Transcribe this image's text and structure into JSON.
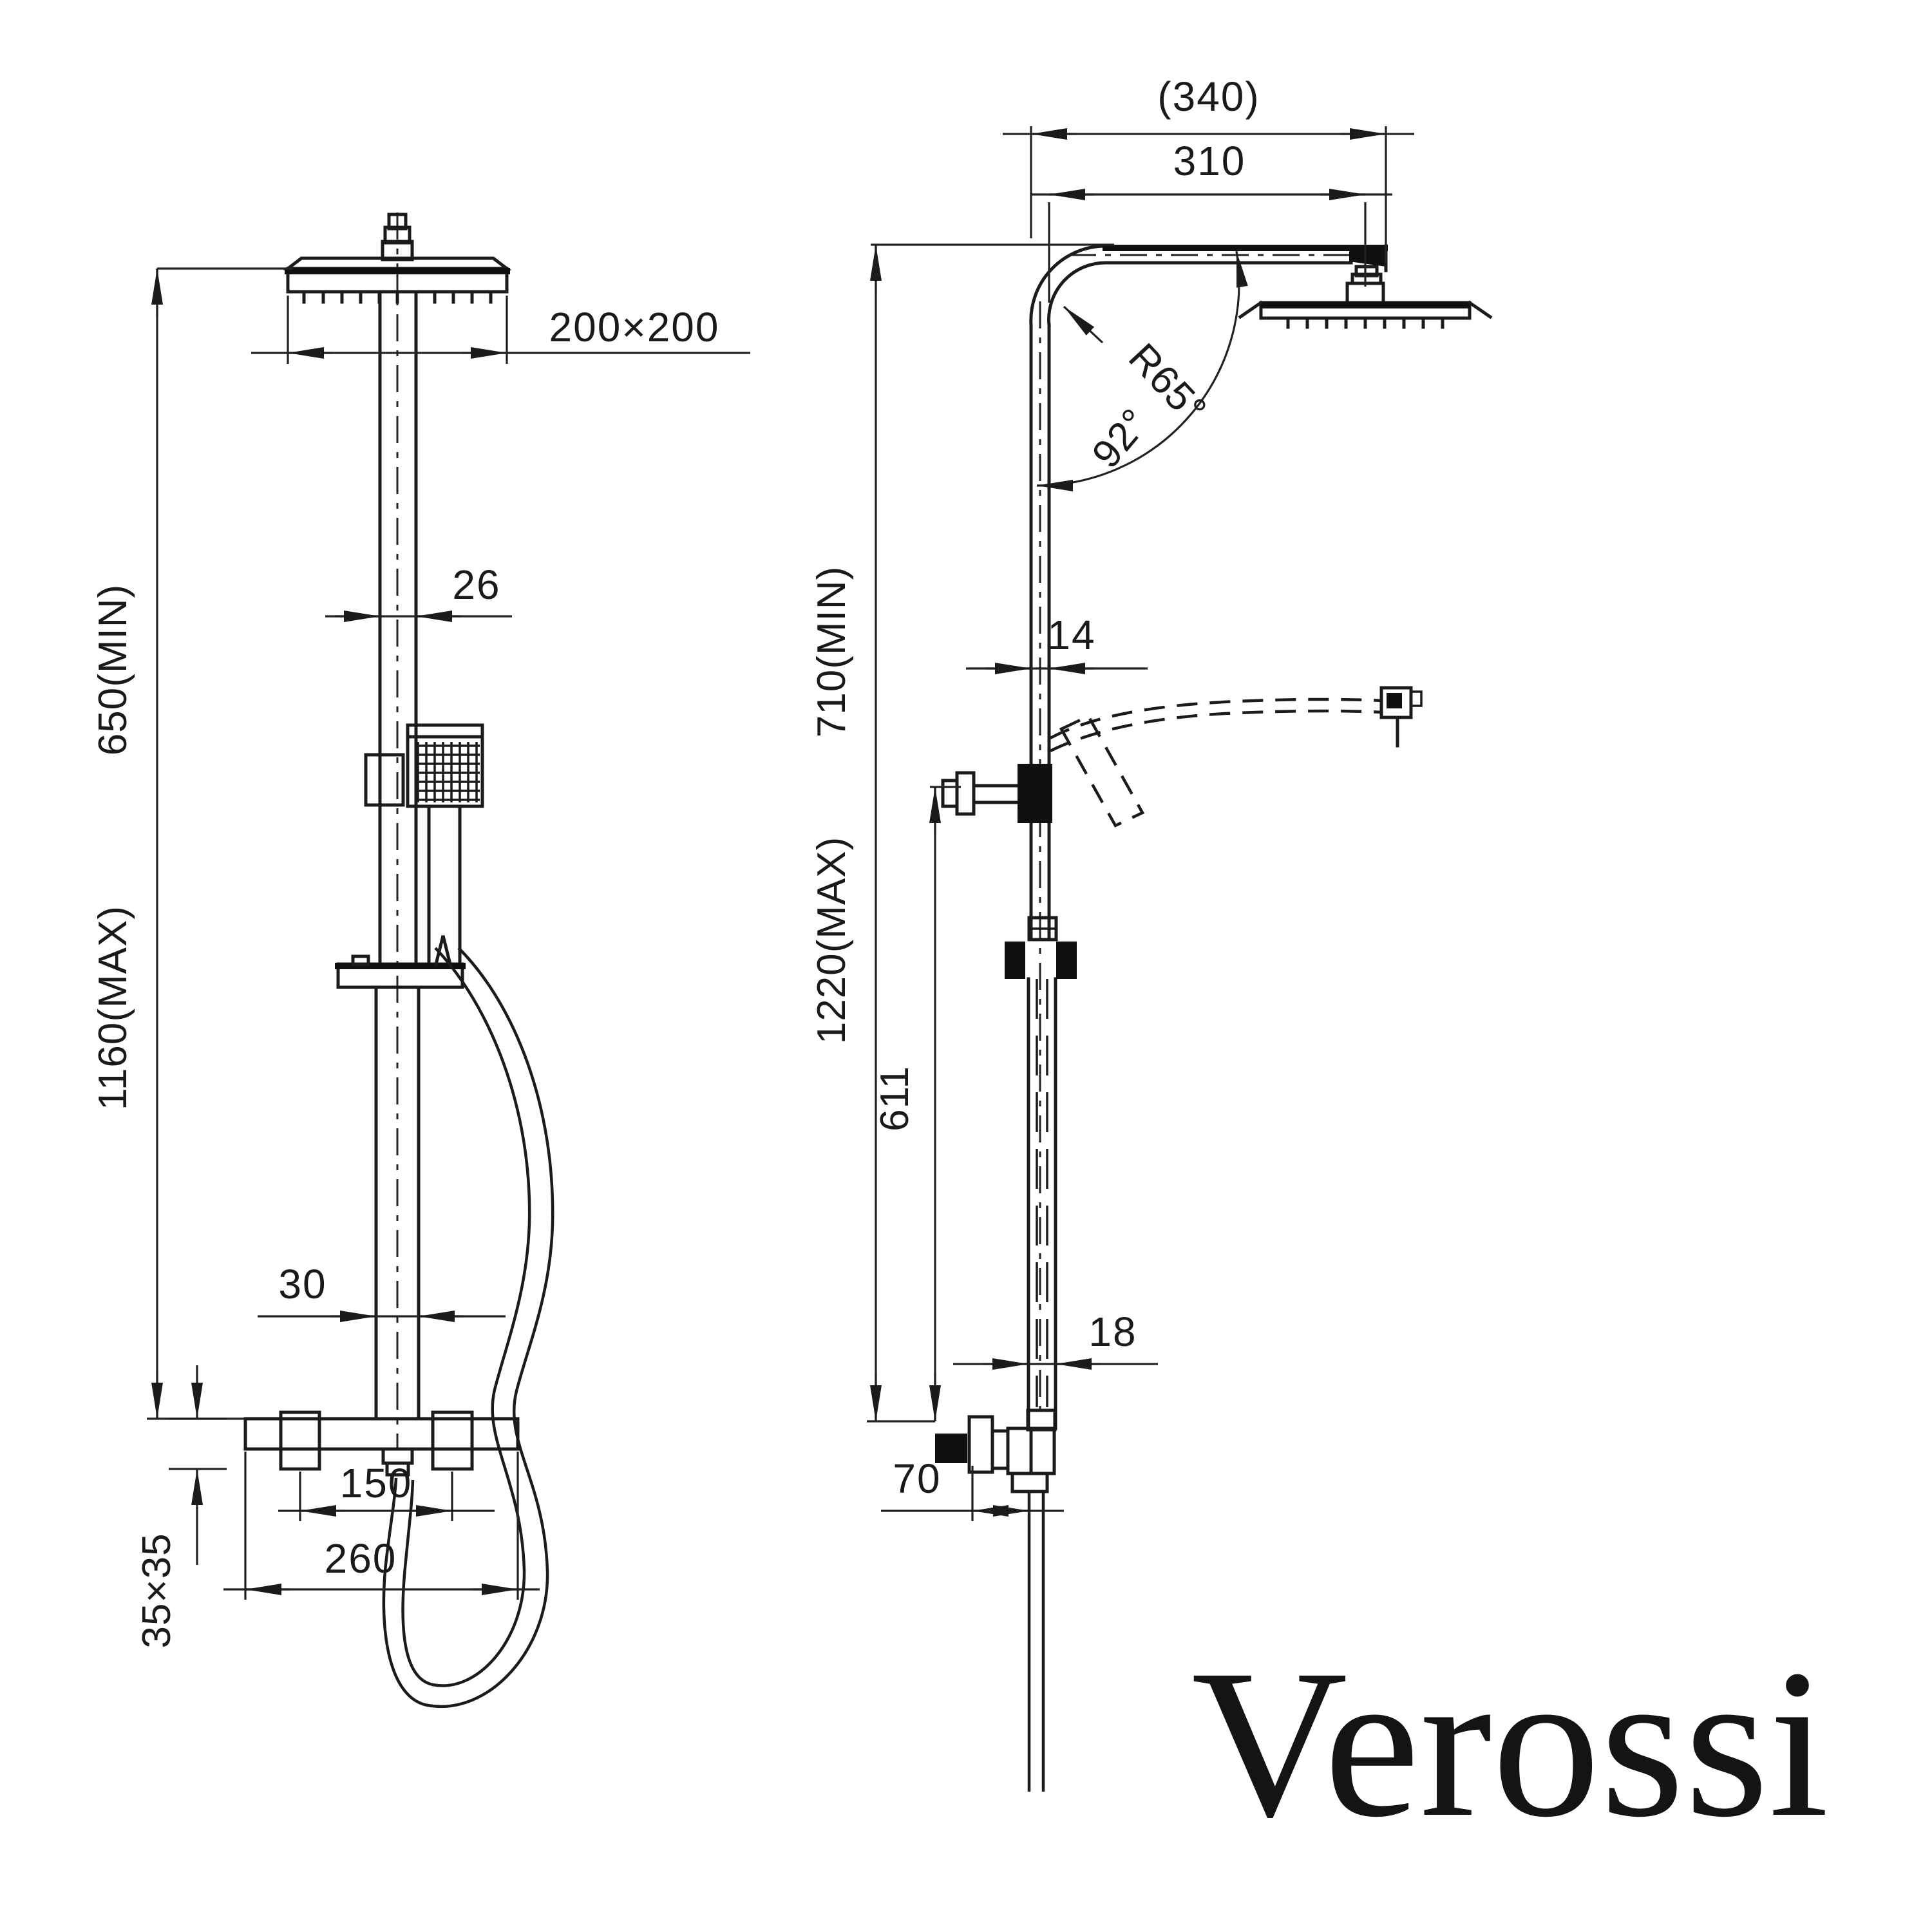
{
  "brand": {
    "logo": "Verossi"
  },
  "front_view": {
    "head_size": "200×200",
    "pipe_width": "26",
    "height_min": "650(MIN)",
    "height_max": "1160(MAX)",
    "lower_pipe_width": "30",
    "inlet_spacing": "150",
    "valve_width": "260",
    "bracket_size": "35×35"
  },
  "side_view": {
    "arm_overall": "(340)",
    "arm_reach": "310",
    "bend_radius": "R65°",
    "bend_angle": "92°",
    "rail_depth": "14",
    "height_min": "710(MIN)",
    "height_max": "1220(MAX)",
    "holder_height": "611",
    "lower_rail_depth": "18",
    "valve_depth": "70"
  },
  "colors": {
    "line": "#1b1b1b",
    "background": "#ffffff"
  }
}
